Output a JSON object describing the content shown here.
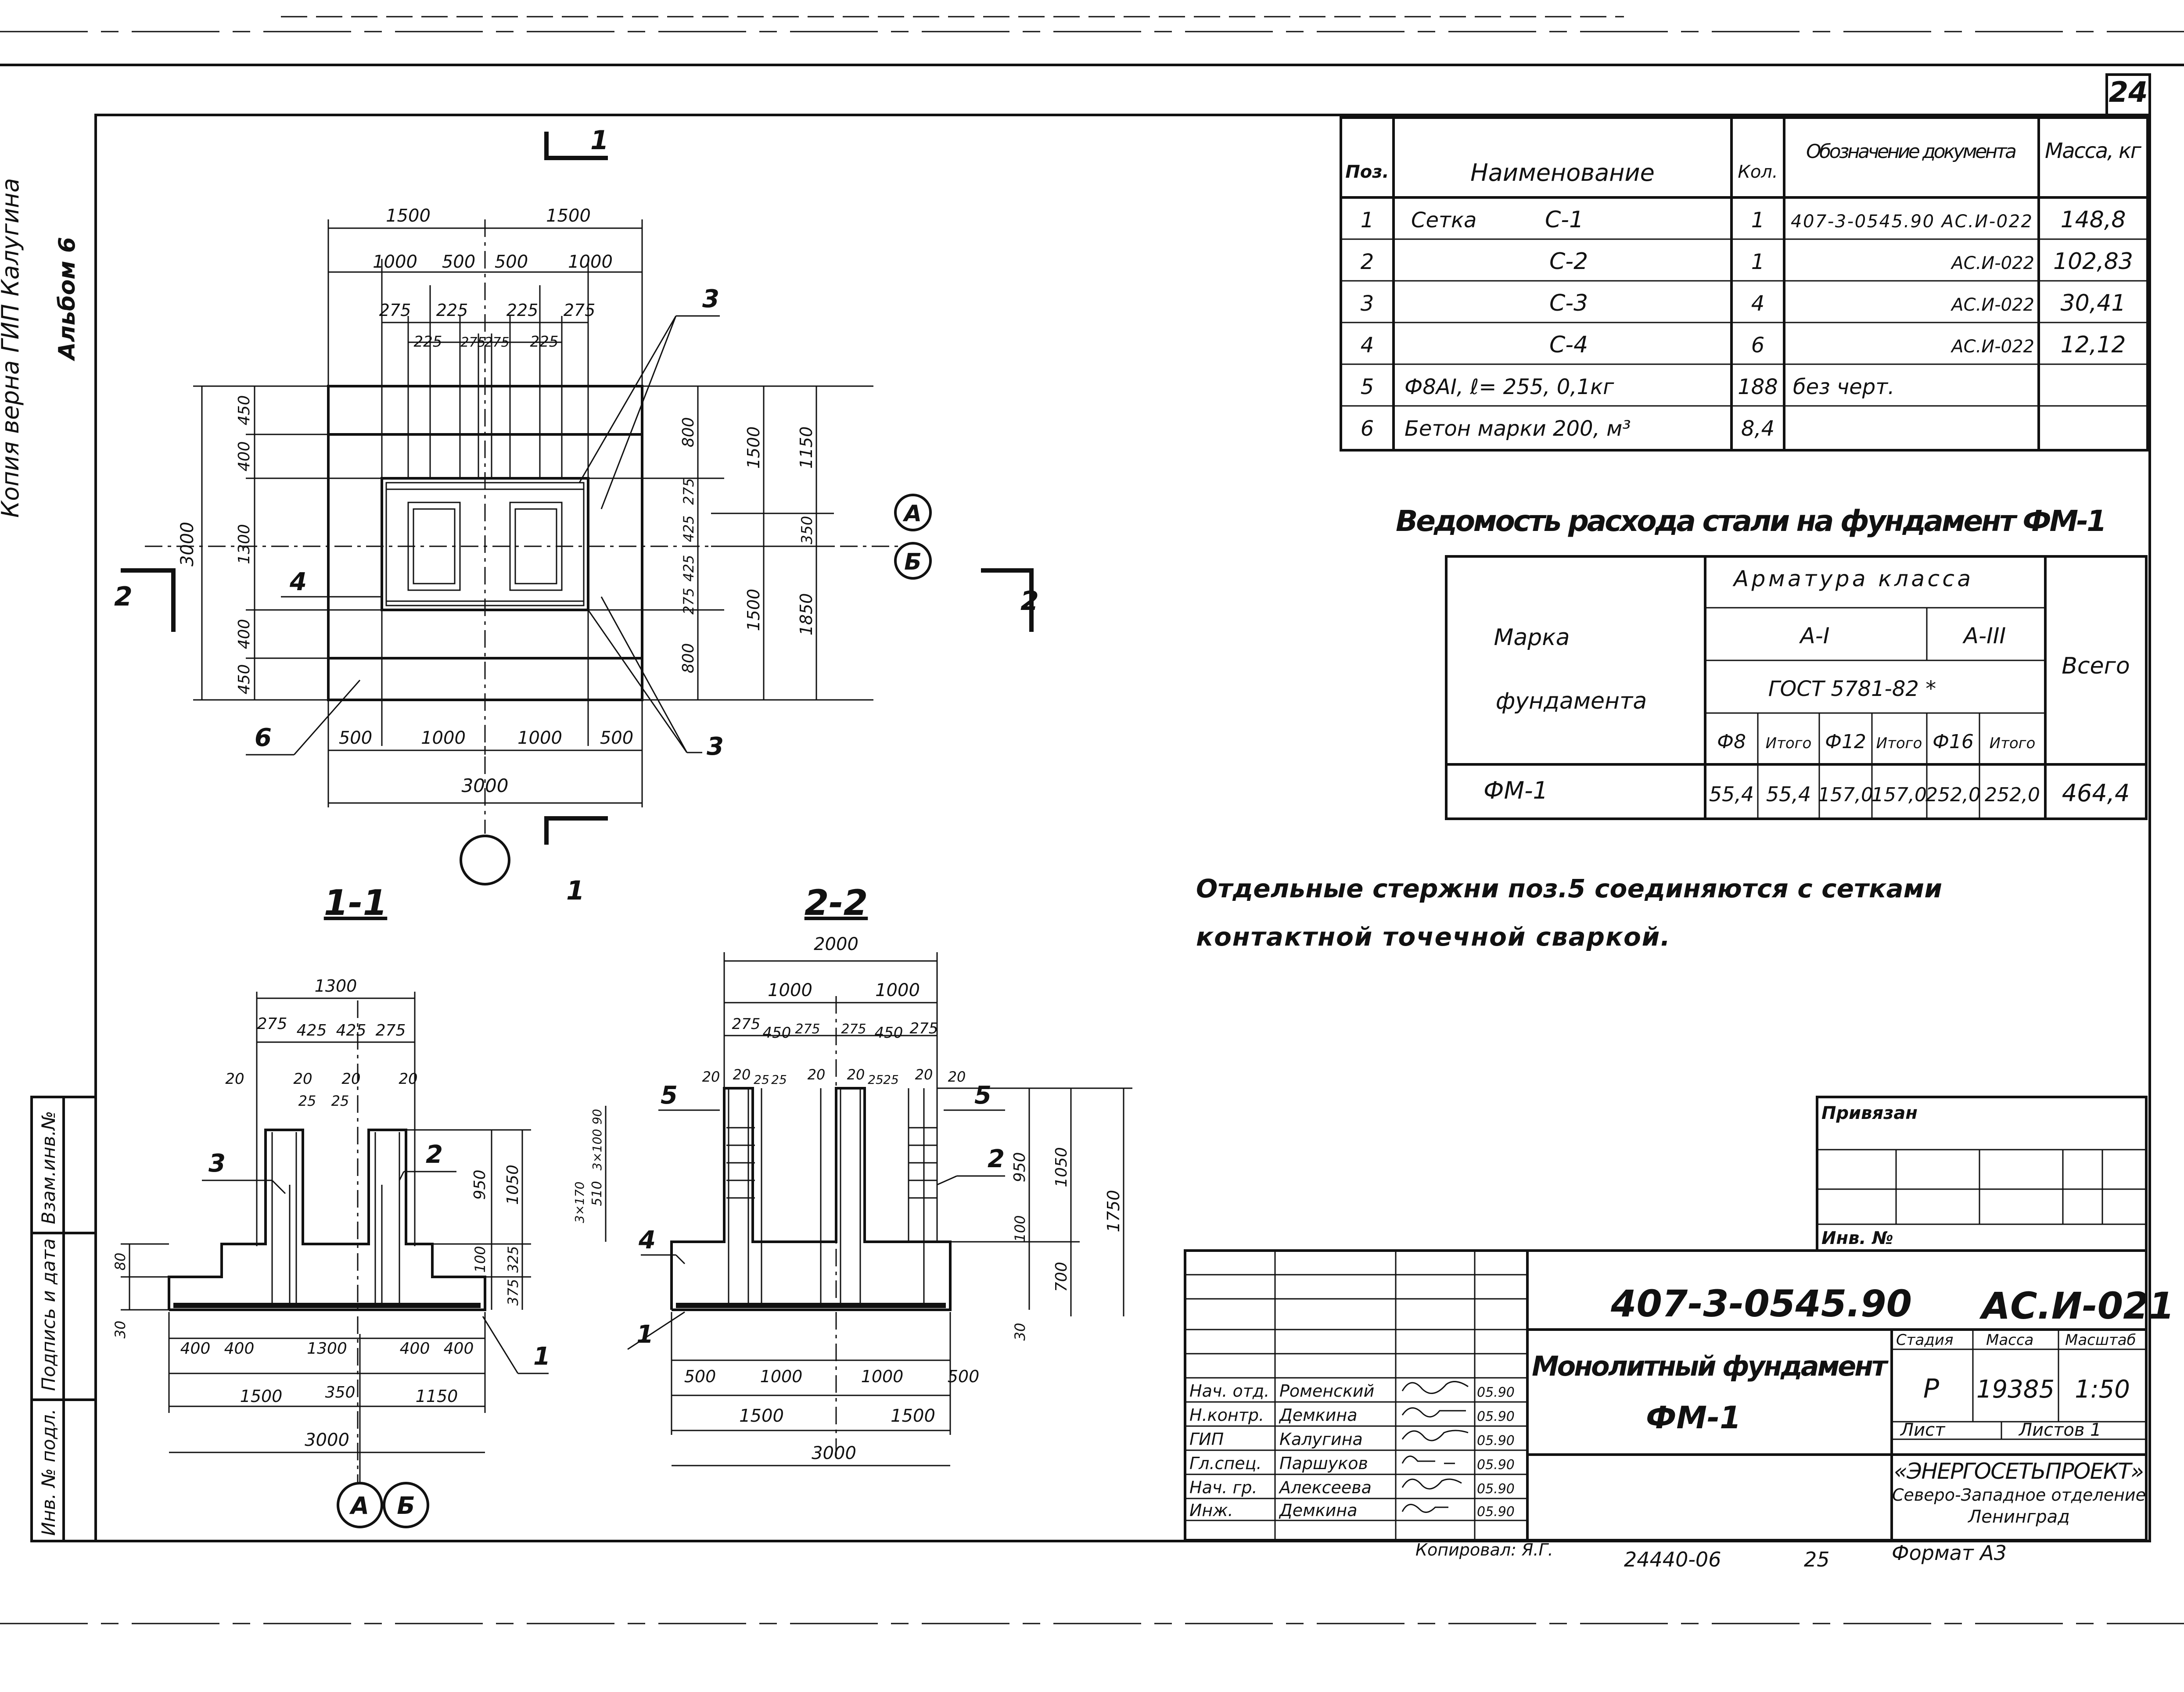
{
  "sheet_number": "24",
  "margin_note": {
    "copy_note": "Копия верна ГИП Калугина",
    "album": "Альбом 6"
  },
  "spec_table": {
    "headers": [
      "Поз.",
      "Наименование",
      "Кол.",
      "Обозначение документа",
      "Масса, кг"
    ],
    "rows": [
      {
        "pos": "1",
        "name": "Сетка",
        "mark": "С-1",
        "qty": "1",
        "doc": "407-3-0545.90 АС.И-022",
        "mass": "148,8"
      },
      {
        "pos": "2",
        "name": "",
        "mark": "С-2",
        "qty": "1",
        "doc": "АС.И-022",
        "mass": "102,83"
      },
      {
        "pos": "3",
        "name": "",
        "mark": "С-3",
        "qty": "4",
        "doc": "АС.И-022",
        "mass": "30,41"
      },
      {
        "pos": "4",
        "name": "",
        "mark": "С-4",
        "qty": "6",
        "doc": "АС.И-022",
        "mass": "12,12"
      },
      {
        "pos": "5",
        "name": "Ф8АI, ℓ= 255, 0,1кг",
        "mark": "",
        "qty": "188",
        "doc": "без черт.",
        "mass": ""
      },
      {
        "pos": "6",
        "name": "Бетон марки 200, м³",
        "mark": "",
        "qty": "8,4",
        "doc": "",
        "mass": ""
      }
    ]
  },
  "steel_title": "Ведомость расхода стали на фундамент ФМ-1",
  "steel_table": {
    "col_mark": "Марка фундамента",
    "col_mark_line1": "Марка",
    "col_mark_line2": "фундамента",
    "armature": "Арматура класса",
    "class_a1": "А-I",
    "class_a3": "А-III",
    "gost": "ГОСТ 5781-82 *",
    "total": "Всего",
    "sub_headers": [
      "Ф8",
      "Итого",
      "Ф12",
      "Итого",
      "Ф16",
      "Итого"
    ],
    "row": {
      "mark": "ФМ-1",
      "values": [
        "55,4",
        "55,4",
        "157,0",
        "157,0",
        "252,0",
        "252,0"
      ],
      "total": "464,4"
    }
  },
  "note": {
    "line1": "Отдельные стержни поз.5 соединяются с сетками",
    "line2": "контактной точечной сваркой."
  },
  "plan": {
    "dims_top": [
      "1500",
      "1500"
    ],
    "dims_top2": [
      "1000",
      "500",
      "500",
      "1000"
    ],
    "dims_top3": [
      "275",
      "225",
      "225",
      "275"
    ],
    "dims_top4": [
      "225",
      "275",
      "275",
      "225"
    ],
    "dims_bottom": [
      "500",
      "1000",
      "1000",
      "500"
    ],
    "dim_bottom_total": "3000",
    "dims_left": [
      "450",
      "400",
      "1300",
      "400",
      "450"
    ],
    "dim_left_total": "3000",
    "dims_right1": [
      "800",
      "275",
      "425",
      "425",
      "275",
      "800"
    ],
    "dims_right2": [
      "1500",
      "1500"
    ],
    "dims_right3": [
      "1150",
      "350",
      "1850"
    ],
    "callouts": [
      "3",
      "4",
      "6",
      "3"
    ],
    "axis_a": "А",
    "axis_b": "Б",
    "section1": "1",
    "section2": "2"
  },
  "section_1": {
    "title": "1-1",
    "dim_top": "1300",
    "dims_top2": [
      "275",
      "425",
      "425",
      "275"
    ],
    "dims_small": [
      "20",
      "20",
      "25",
      "25",
      "20",
      "20"
    ],
    "dims_right": [
      "950",
      "1050",
      "100",
      "325",
      "375"
    ],
    "dims_left": [
      "80",
      "30"
    ],
    "dims_bottom": [
      "400",
      "400",
      "1300",
      "400",
      "400"
    ],
    "dims_bottom2": [
      "1500",
      "350",
      "1150"
    ],
    "dim_total": "3000",
    "callouts": [
      "3",
      "2",
      "1"
    ],
    "axis_a": "А",
    "axis_b": "Б"
  },
  "section_2": {
    "title": "2-2",
    "dim_top": "2000",
    "dims_top2": [
      "1000",
      "1000"
    ],
    "dims_top3": [
      "275",
      "450",
      "275",
      "275",
      "450",
      "275"
    ],
    "dims_small": [
      "20",
      "20",
      "25",
      "25",
      "20",
      "20",
      "25",
      "25",
      "20",
      "20"
    ],
    "dims_left": [
      "90",
      "3×100",
      "3×170",
      "510"
    ],
    "dims_right": [
      "950",
      "1050",
      "1750",
      "100",
      "700",
      "30"
    ],
    "dims_bottom": [
      "500",
      "1000",
      "1000",
      "500"
    ],
    "dims_bottom2": [
      "1500",
      "1500"
    ],
    "dim_total": "3000",
    "callouts": [
      "5",
      "5",
      "2",
      "4",
      "1"
    ]
  },
  "title_block": {
    "privyazan": "Привязан",
    "inv_no": "Инв. №",
    "code": "407-3-0545.90",
    "sheet_code": "АС.И-021",
    "title_line1": "Монолитный фундамент",
    "title_line2": "ФМ-1",
    "stage_label": "Стадия",
    "mass_label": "Масса",
    "scale_label": "Масштаб",
    "stage": "Р",
    "mass": "19385",
    "scale": "1:50",
    "sheet_label": "Лист",
    "sheets_label": "Листов 1",
    "org1": "«ЭНЕРГОСЕТЬПРОЕКТ»",
    "org2": "Северо-Западное отделение",
    "org3": "Ленинград",
    "signers": [
      {
        "role": "Нач. отд.",
        "name": "Роменский",
        "date": "05.90"
      },
      {
        "role": "Н.контр.",
        "name": "Демкина",
        "date": "05.90"
      },
      {
        "role": "ГИП",
        "name": "Калугина",
        "date": "05.90"
      },
      {
        "role": "Гл.спец.",
        "name": "Паршуков",
        "date": "05.90"
      },
      {
        "role": "Нач. гр.",
        "name": "Алексеева",
        "date": "05.90"
      },
      {
        "role": "Инж.",
        "name": "Демкина",
        "date": "05.90"
      }
    ]
  },
  "footer": {
    "copied": "Копировал: Я.Г.",
    "number": "24440-06",
    "page": "25",
    "format": "Формат А3"
  },
  "side_stamp": {
    "vzam": "Взам.инв.№",
    "podpis": "Подпись и дата",
    "inv_podl": "Инв. № подл."
  }
}
